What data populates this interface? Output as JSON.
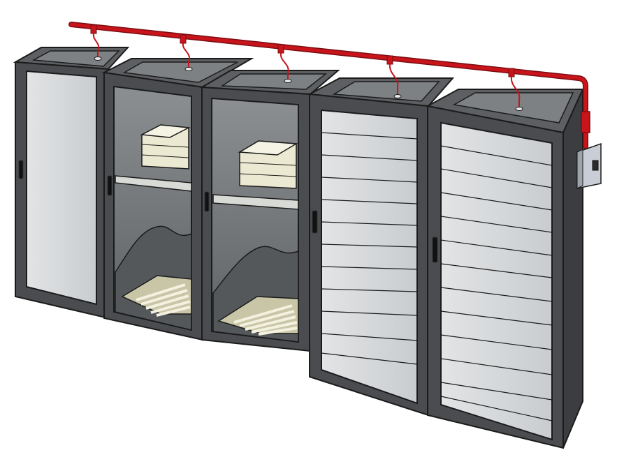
{
  "illustration": {
    "subject": "server-rack-row-with-fire-suppression-pipe",
    "colors": {
      "frame_dark": "#4a4c4f",
      "frame_top": "#5d5f62",
      "top_panel": "#7e8184",
      "door_panel": "#d3d6d8",
      "door_interior": "#6b6e71",
      "pipe_red": "#c8141a",
      "pipe_dark": "#7a0e12",
      "paper_stack": "#ece9d2",
      "outline": "#1b1b1b"
    },
    "cabinets": [
      {
        "id": "cabinet-1",
        "door_type": "solid-panel"
      },
      {
        "id": "cabinet-2",
        "door_type": "glass-with-storage"
      },
      {
        "id": "cabinet-3",
        "door_type": "glass-with-storage"
      },
      {
        "id": "cabinet-4",
        "door_type": "slatted-panel"
      },
      {
        "id": "cabinet-5",
        "door_type": "slatted-panel"
      }
    ],
    "pipe": {
      "nozzle_count": 5,
      "control_box": "wall-mounted-controller"
    }
  }
}
